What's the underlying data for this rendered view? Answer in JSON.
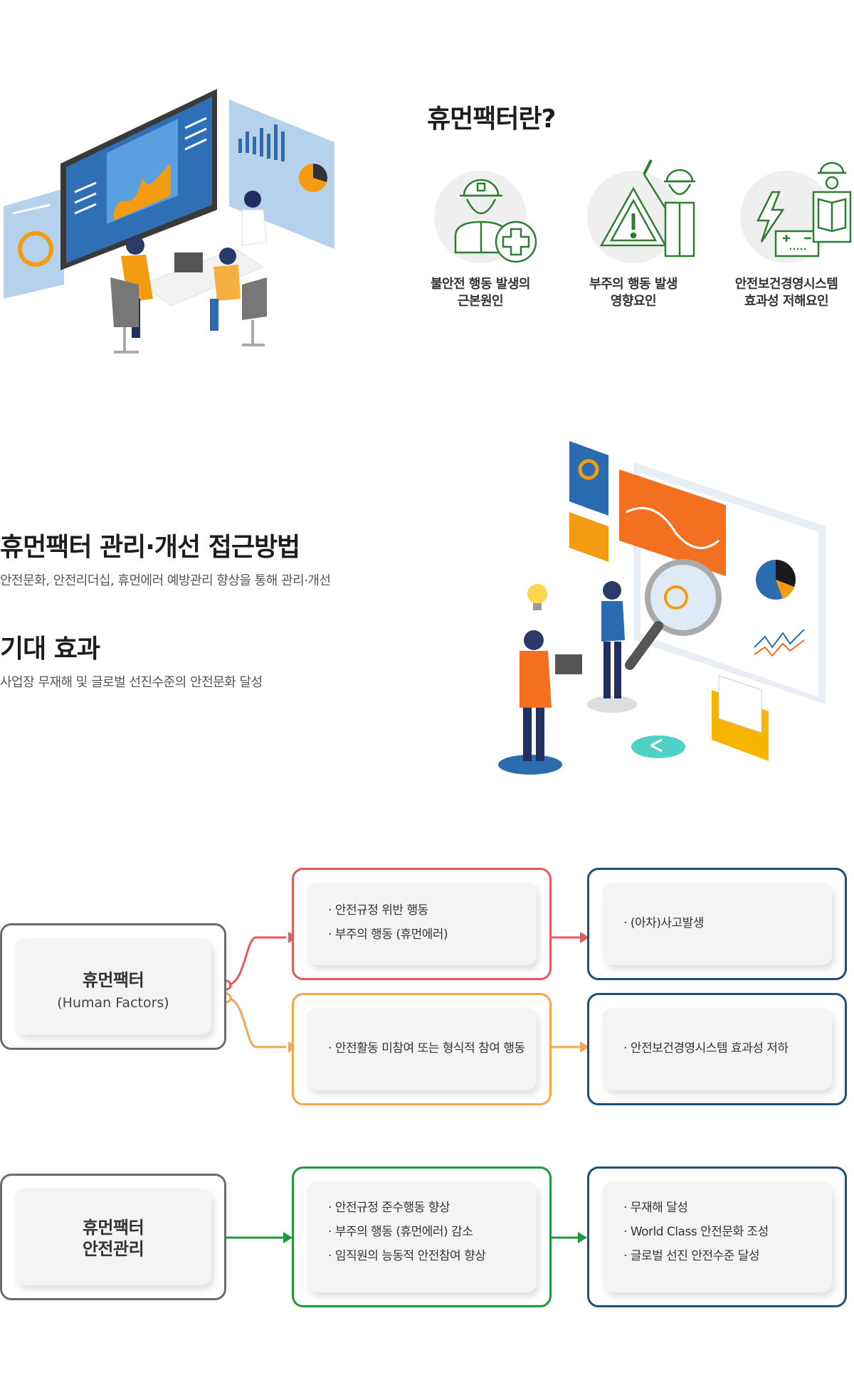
{
  "section1": {
    "title": "휴먼팩터란?",
    "items": [
      {
        "line1": "불안전 행동 발생의",
        "line2": "근본원인"
      },
      {
        "line1": "부주의 행동 발생",
        "line2": "영향요인"
      },
      {
        "line1": "안전보건경영시스템",
        "line2": "효과성 저해요인"
      }
    ]
  },
  "section2": {
    "title1": "휴먼팩터 관리·개선 접근방법",
    "desc1": "안전문화, 안전리더십, 휴먼에러 예방관리 향상을 통해 관리·개선",
    "title2": "기대 효과",
    "desc2": "사업장 무재해 및 글로벌 선진수준의 안전문화 달성"
  },
  "diagram1": {
    "left_title": "휴먼팩터",
    "left_sub": "(Human Factors)",
    "red_items": [
      "안전규정 위반 행동",
      "부주의 행동 (휴먼에러)"
    ],
    "orange_items": [
      "안전활동 미참여 또는 형식적 참여 행동"
    ],
    "result_top": [
      "(아차)사고발생"
    ],
    "result_bottom": [
      "안전보건경영시스템 효과성 저하"
    ]
  },
  "diagram2": {
    "left_line1": "휴먼팩터",
    "left_line2": "안전관리",
    "green_items": [
      "안전규정 준수행동 향상",
      "부주의 행동 (휴먼에러) 감소",
      "임직원의 능동적 안전참여 향상"
    ],
    "result_items": [
      "무재해 달성",
      "World Class 안전문화 조성",
      "글로벌 선진 안전수준 달성"
    ]
  },
  "colors": {
    "red": "#e8595c",
    "orange": "#f5a64a",
    "green": "#1e9a3e",
    "navy": "#1f4e79",
    "gray": "#6b6b6b",
    "icon_green": "#2e7d32"
  }
}
